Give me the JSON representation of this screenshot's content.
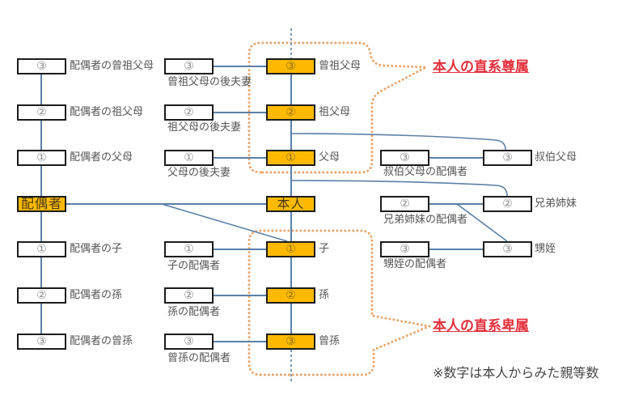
{
  "colors": {
    "highlight_fill": "#FFBA00",
    "connector_line": "#5B80A8",
    "dotted_outline": "#E9A66C",
    "annotation_red": "#E3303C"
  },
  "spouse_column": {
    "ancestors": [
      {
        "degree": "③",
        "label": "配偶者の曾祖父母"
      },
      {
        "degree": "②",
        "label": "配偶者の祖父母"
      },
      {
        "degree": "①",
        "label": "配偶者の父母"
      }
    ],
    "spouse_label": "配偶者",
    "descendants": [
      {
        "degree": "①",
        "label": "配偶者の子"
      },
      {
        "degree": "②",
        "label": "配偶者の孫"
      },
      {
        "degree": "③",
        "label": "配偶者の曾孫"
      }
    ]
  },
  "in_law_column": {
    "ancestors": [
      {
        "degree": "③",
        "label": "曾祖父母の後夫妻"
      },
      {
        "degree": "②",
        "label": "祖父母の後夫妻"
      },
      {
        "degree": "①",
        "label": "父母の後夫妻"
      }
    ],
    "descendants": [
      {
        "degree": "①",
        "label": "子の配偶者"
      },
      {
        "degree": "②",
        "label": "孫の配偶者"
      },
      {
        "degree": "③",
        "label": "曾孫の配偶者"
      }
    ]
  },
  "direct_line": {
    "ancestors": [
      {
        "degree": "③",
        "label": "曾祖父母"
      },
      {
        "degree": "②",
        "label": "祖父母"
      },
      {
        "degree": "①",
        "label": "父母"
      }
    ],
    "self_label": "本人",
    "descendants": [
      {
        "degree": "①",
        "label": "子"
      },
      {
        "degree": "②",
        "label": "孫"
      },
      {
        "degree": "③",
        "label": "曾孫"
      }
    ]
  },
  "collateral": {
    "uncles_aunts": {
      "degree": "③",
      "label": "叔伯父母"
    },
    "uncles_aunts_spouse": {
      "degree": "③",
      "label": "叔伯父母の配偶者"
    },
    "siblings": {
      "degree": "②",
      "label": "兄弟姉妹"
    },
    "siblings_spouse": {
      "degree": "②",
      "label": "兄弟姉妹の配偶者"
    },
    "nephews_nieces": {
      "degree": "③",
      "label": "甥姪"
    },
    "nephews_nieces_spouse": {
      "degree": "③",
      "label": "甥姪の配偶者"
    }
  },
  "annotations": {
    "direct_ascendants": "本人の直系尊属",
    "direct_descendants": "本人の直系卑属",
    "footnote": "※数字は本人からみた親等数"
  }
}
